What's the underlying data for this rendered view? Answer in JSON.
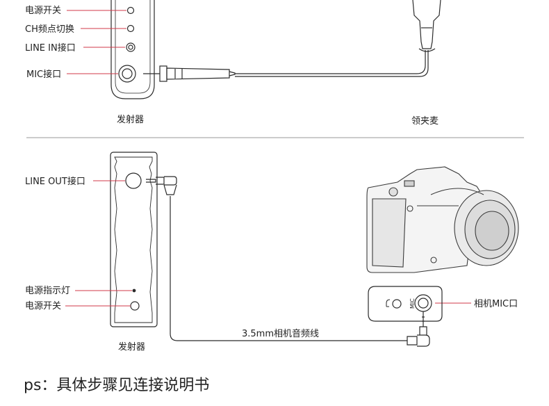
{
  "top_panel": {
    "labels": {
      "power_switch": "电源开关",
      "ch_switch": "CH频点切换",
      "line_in": "LINE IN接口",
      "mic_port": "MIC接口"
    },
    "transmitter_caption": "发射器",
    "lavalier_caption": "领夹麦"
  },
  "bottom_panel": {
    "labels": {
      "line_out": "LINE OUT接口",
      "power_indicator": "电源指示灯",
      "power_switch": "电源开关",
      "camera_mic_port": "相机MIC口",
      "cable": "3.5mm相机音频线",
      "mic_vertical": "MIC"
    },
    "transmitter_caption": "发射器"
  },
  "footer": {
    "note": "ps：具体步骤见连接说明书"
  },
  "colors": {
    "leader_line": "#d0394a",
    "outline": "#2a2a2a",
    "divider": "#9a9a9a"
  }
}
